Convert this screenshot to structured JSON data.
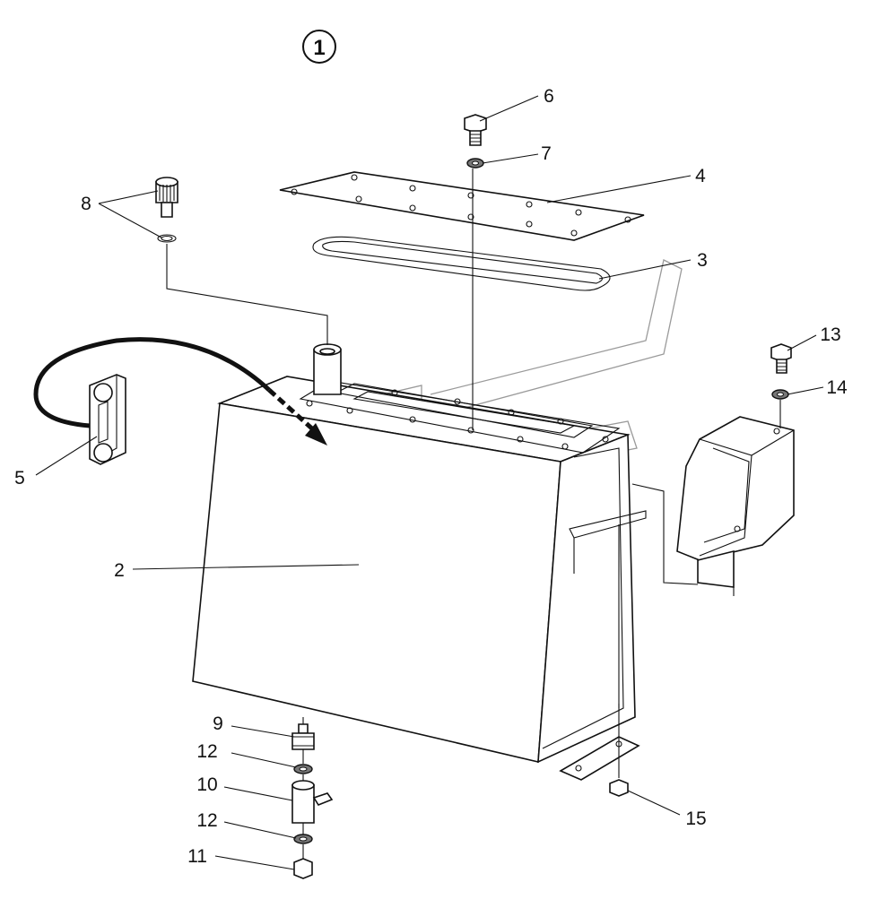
{
  "diagram": {
    "assembly_number": "1",
    "callouts": [
      "2",
      "3",
      "4",
      "5",
      "6",
      "7",
      "8",
      "9",
      "10",
      "11",
      "12",
      "12",
      "13",
      "14",
      "15"
    ]
  }
}
